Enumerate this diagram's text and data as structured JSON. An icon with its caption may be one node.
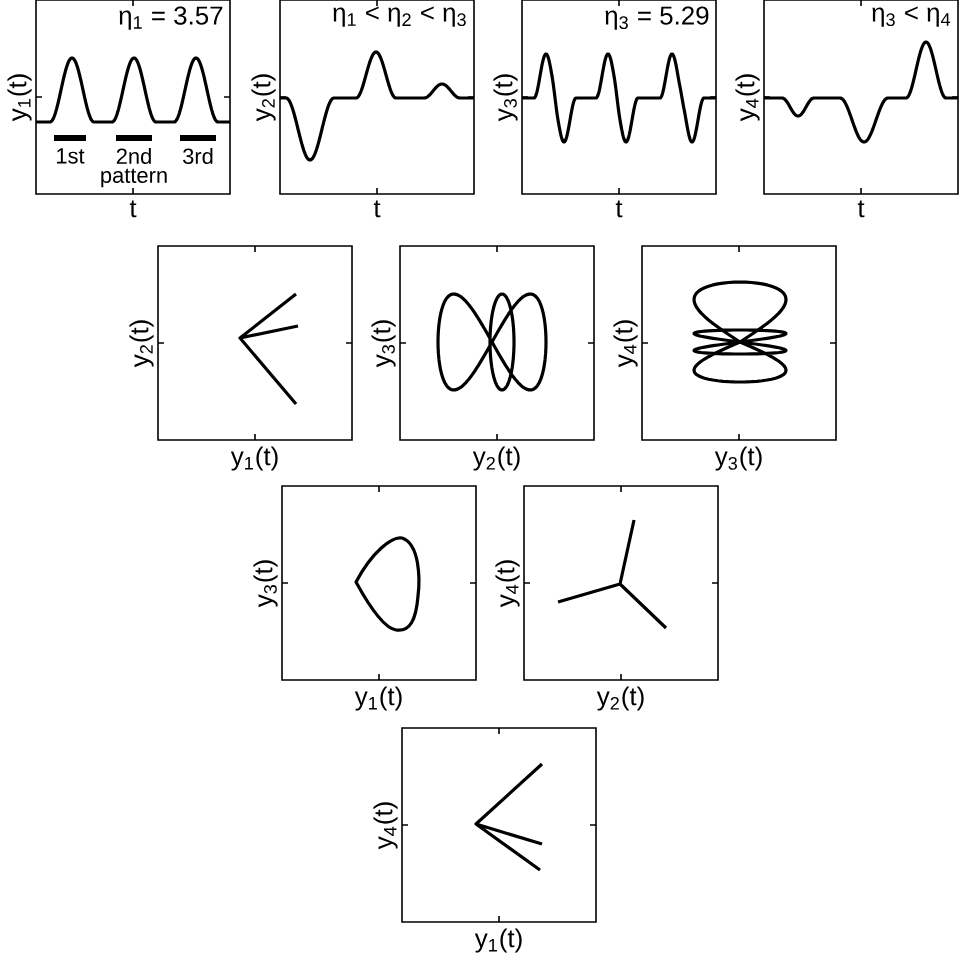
{
  "diagram": {
    "labels": [
      "η$_{1}$ = 3.57",
      "y$_{1}$(t)",
      "1st",
      "2nd",
      "3rd",
      "pattern",
      "t",
      "η$_{1}$ < η$_{2}$ < η$_{3}$",
      "y$_{2}$(t)",
      "t",
      "η$_{3}$ = 5.29",
      "y$_{3}$(t)",
      "t",
      "η$_{3}$ < η$_{4}$",
      "y$_{4}$(t)",
      "t",
      "y$_{2}$(t)",
      "y$_{1}$(t)",
      "y$_{3}$(t)",
      "y$_{2}$(t)",
      "y$_{4}$(t)",
      "y$_{3}$(t)",
      "y$_{3}$(t)",
      "y$_{1}$(t)",
      "y$_{4}$(t)",
      "y$_{2}$(t)",
      "y$_{4}$(t)",
      "y$_{1}$(t)"
    ]
  }
}
